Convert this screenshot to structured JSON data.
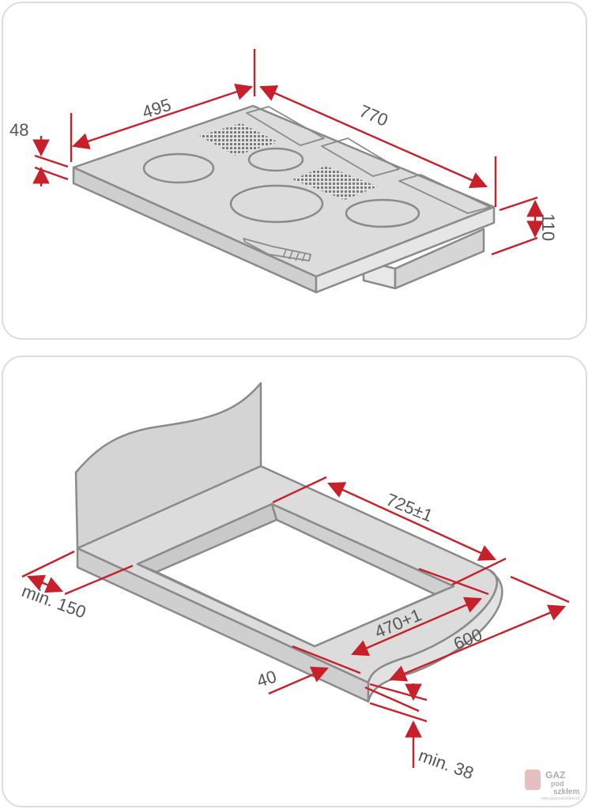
{
  "top_diagram": {
    "dimensions": {
      "width": "495",
      "length": "770",
      "thickness": "48",
      "height": "110"
    }
  },
  "bottom_diagram": {
    "dimensions": {
      "cutout_length": "725±1",
      "cutout_width": "470+1",
      "depth": "600",
      "front_edge": "40",
      "min_wall": "min. 150",
      "min_under": "min. 38"
    }
  },
  "watermark": {
    "line1": "GAZ",
    "line2": "pod",
    "line3": "szkłem",
    "site": "www.gazpodszklem.pl"
  },
  "colors": {
    "dimension_red": "#c8202a",
    "outline_grey": "#8a8a8a",
    "fill_grey": "#dcdcdc"
  }
}
